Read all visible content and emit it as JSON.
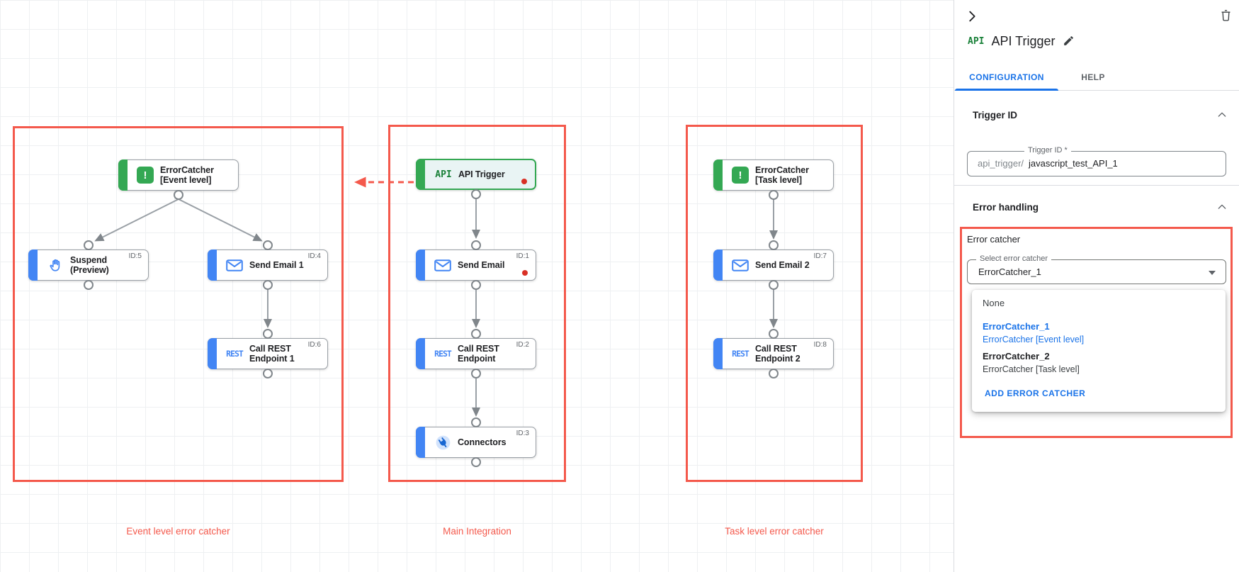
{
  "colors": {
    "annotation_red": "#f4594c",
    "status_dot_red": "#d93025",
    "accent_blue": "#1a73e8",
    "node_blue": "#4285f4",
    "node_green": "#34a853",
    "api_green": "#188038"
  },
  "canvas": {
    "groups": [
      {
        "caption": "Event level error catcher"
      },
      {
        "caption": "Main Integration"
      },
      {
        "caption": "Task level error catcher"
      }
    ],
    "rest_icon_text": "REST",
    "nodes": {
      "error_catcher_event": {
        "line1": "ErrorCatcher",
        "line2": "[Event level]"
      },
      "suspend": {
        "line1": "Suspend",
        "line2": "(Preview)",
        "id_badge": "ID:5"
      },
      "send_email_1": {
        "line1": "Send Email 1",
        "id_badge": "ID:4"
      },
      "call_rest_1": {
        "line1": "Call REST",
        "line2": "Endpoint 1",
        "id_badge": "ID:6"
      },
      "api_trigger": {
        "line1": "API Trigger",
        "icon_text": "API"
      },
      "send_email": {
        "line1": "Send Email",
        "id_badge": "ID:1"
      },
      "call_rest": {
        "line1": "Call REST",
        "line2": "Endpoint",
        "id_badge": "ID:2"
      },
      "connectors": {
        "line1": "Connectors",
        "id_badge": "ID:3"
      },
      "error_catcher_task": {
        "line1": "ErrorCatcher",
        "line2": "[Task level]"
      },
      "send_email_2": {
        "line1": "Send Email 2",
        "id_badge": "ID:7"
      },
      "call_rest_2": {
        "line1": "Call REST",
        "line2": "Endpoint 2",
        "id_badge": "ID:8"
      }
    }
  },
  "panel": {
    "icon_text": "API",
    "title": "API Trigger",
    "tabs": {
      "configuration": "CONFIGURATION",
      "help": "HELP"
    },
    "sections": {
      "trigger_id": "Trigger ID",
      "error_handling": "Error handling"
    },
    "trigger_id_field": {
      "label": "Trigger ID *",
      "prefix": "api_trigger/",
      "value": "javascript_test_API_1"
    },
    "error_catcher": {
      "group_label": "Error catcher",
      "select_label": "Select error catcher",
      "selected_value": "ErrorCatcher_1",
      "menu": {
        "none": "None",
        "options": [
          {
            "name": "ErrorCatcher_1",
            "detail": "ErrorCatcher [Event level]"
          },
          {
            "name": "ErrorCatcher_2",
            "detail": "ErrorCatcher [Task level]"
          }
        ],
        "add_button": "ADD ERROR CATCHER"
      }
    },
    "icons": [
      "collapse-panel-icon",
      "delete-icon",
      "edit-title-icon",
      "section-collapse-icon",
      "select-dropdown-arrow"
    ]
  }
}
